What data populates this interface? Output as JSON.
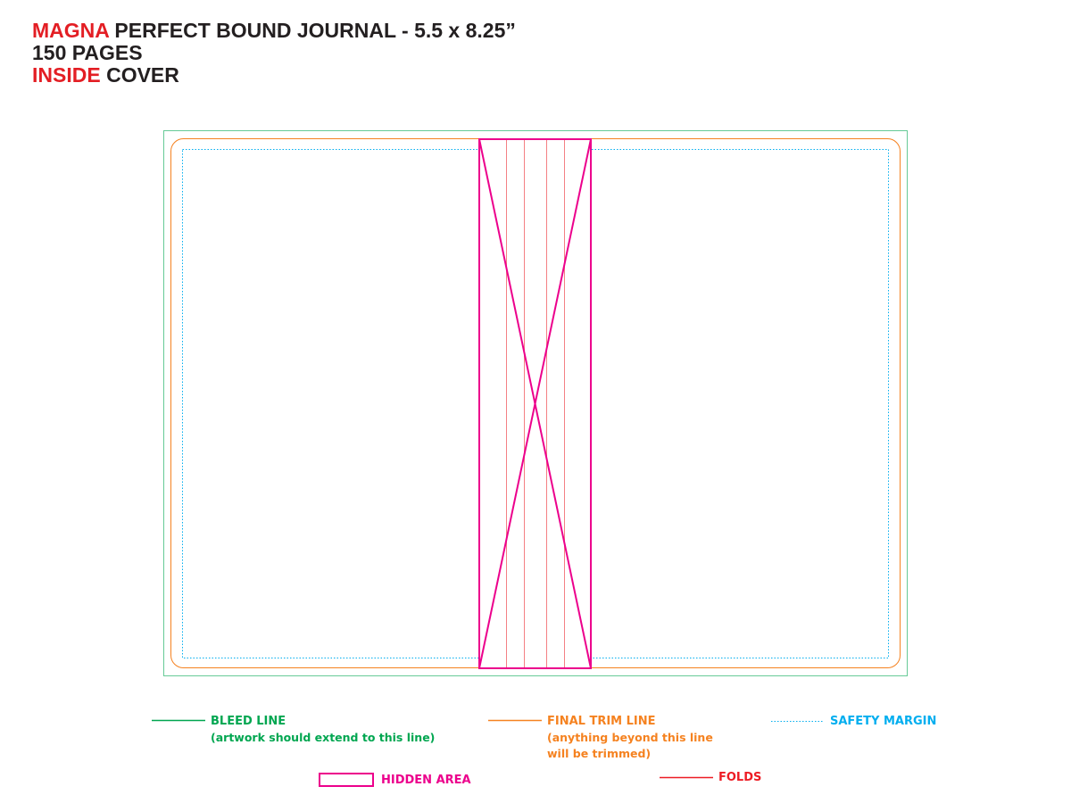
{
  "header": {
    "brand": "MAGNA",
    "product": " PERFECT BOUND JOURNAL - 5.5 x 8.25”",
    "pages": "150 PAGES",
    "side_accent": "INSIDE",
    "side_rest": " COVER"
  },
  "legend": {
    "bleed": {
      "label": "BLEED LINE",
      "note": "(artwork should extend to this line)"
    },
    "trim": {
      "label": "FINAL TRIM LINE",
      "note_1": "(anything beyond this line",
      "note_2": "will be trimmed)"
    },
    "safety": {
      "label": "SAFETY MARGIN"
    },
    "hidden": {
      "label": "HIDDEN AREA"
    },
    "folds": {
      "label": "FOLDS"
    }
  },
  "colors": {
    "brand_red": "#e31e24",
    "bleed_green": "#00a650",
    "trim_orange": "#f58220",
    "safety_blue": "#00aeef",
    "hidden_magenta": "#ec008c",
    "fold_red": "#ed1c24",
    "spine_purple": "#7f3f98"
  }
}
